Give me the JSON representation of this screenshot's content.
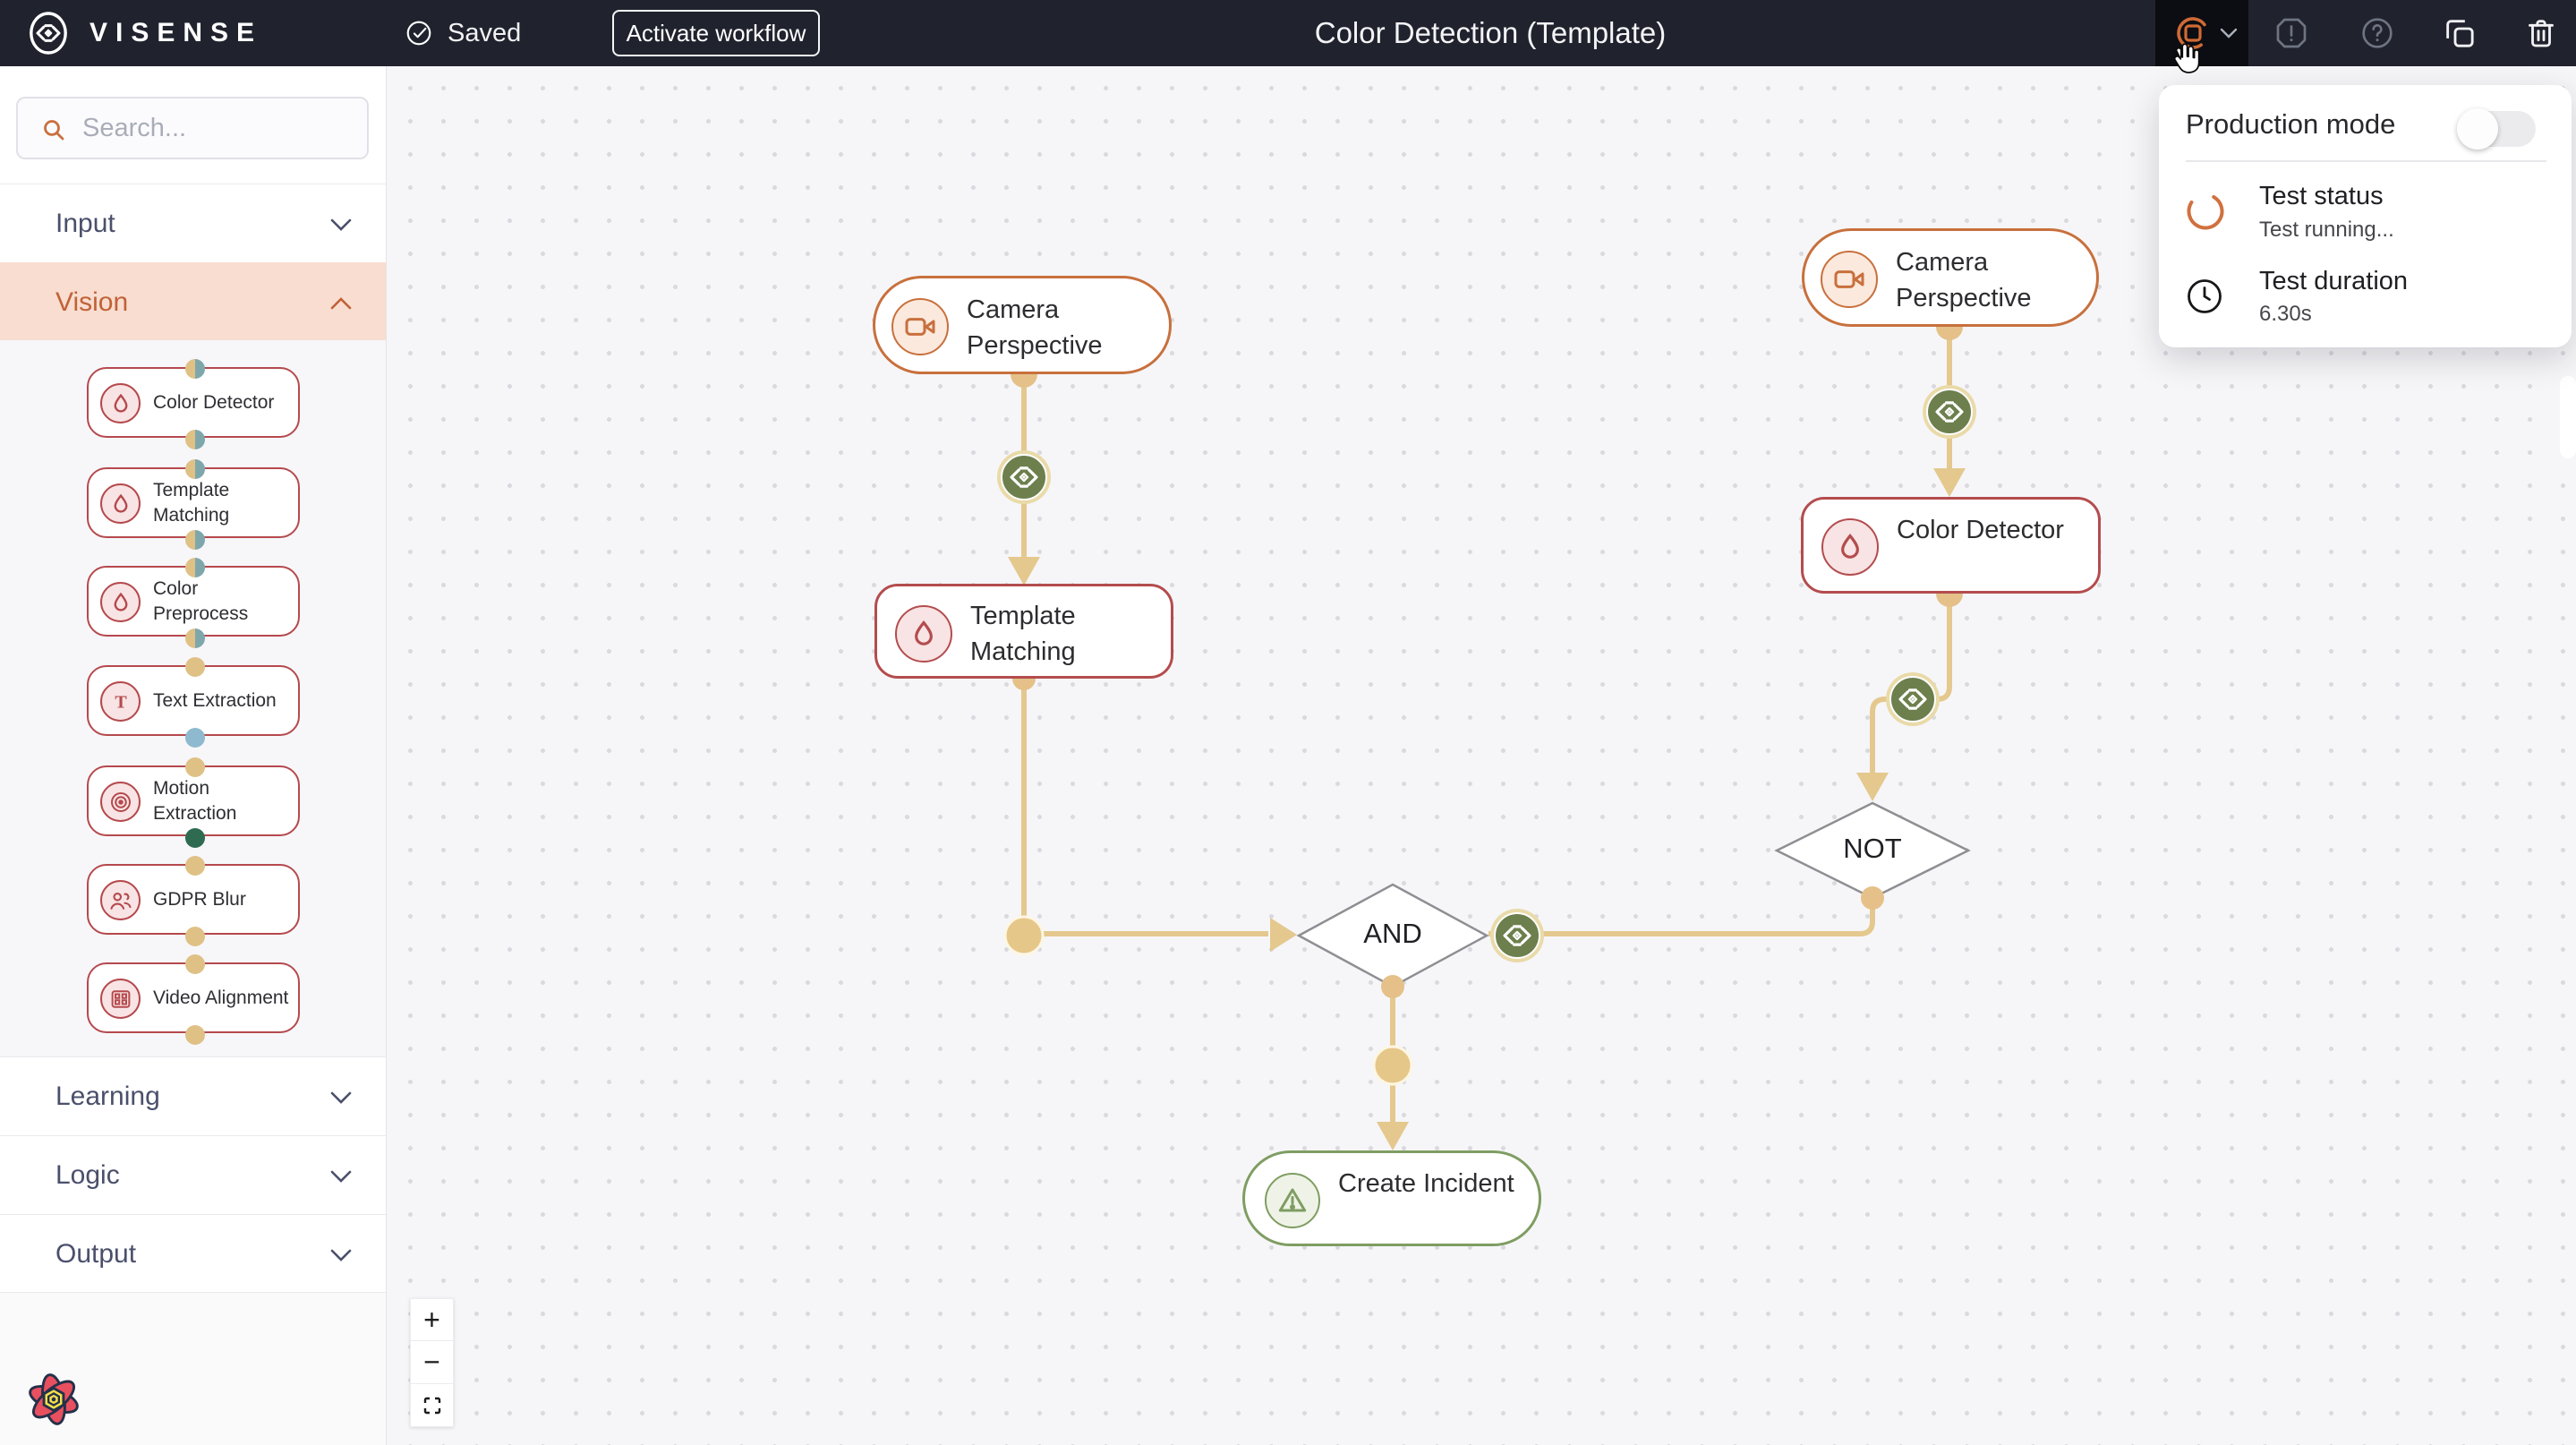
{
  "topbar": {
    "brand": "VISENSE",
    "save_status": "Saved",
    "activate_button": "Activate workflow",
    "title": "Color Detection (Template)"
  },
  "test_panel": {
    "production_mode_label": "Production mode",
    "production_mode_enabled": false,
    "test_status_label": "Test status",
    "test_status_value": "Test running...",
    "test_duration_label": "Test duration",
    "test_duration_value": "6.30s"
  },
  "sidebar": {
    "search_placeholder": "Search...",
    "sections": [
      {
        "label": "Input",
        "state": "collapsed"
      },
      {
        "label": "Vision",
        "state": "expanded"
      },
      {
        "label": "Learning",
        "state": "collapsed"
      },
      {
        "label": "Logic",
        "state": "collapsed"
      },
      {
        "label": "Output",
        "state": "collapsed"
      }
    ],
    "vision_items": [
      {
        "label": "Color Detector",
        "icon": "droplet"
      },
      {
        "label": "Template Matching",
        "icon": "droplet"
      },
      {
        "label": "Color Preprocess",
        "icon": "droplet"
      },
      {
        "label": "Text Extraction",
        "icon": "text"
      },
      {
        "label": "Motion Extraction",
        "icon": "motion"
      },
      {
        "label": "GDPR Blur",
        "icon": "people"
      },
      {
        "label": "Video Alignment",
        "icon": "film"
      }
    ]
  },
  "canvas": {
    "nodes": [
      {
        "label": "Camera Perspective",
        "type": "camera"
      },
      {
        "label": "Template Matching",
        "type": "vision"
      },
      {
        "label": "Camera Perspective",
        "type": "camera"
      },
      {
        "label": "Color Detector",
        "type": "vision"
      },
      {
        "label": "NOT",
        "type": "logic"
      },
      {
        "label": "AND",
        "type": "logic"
      },
      {
        "label": "Create Incident",
        "type": "output"
      }
    ],
    "zoom_in": "+",
    "zoom_out": "−"
  },
  "colors": {
    "topbar_bg": "#20232e",
    "accent_orange": "#c8703d",
    "node_red": "#b44c4e",
    "node_green": "#7f9d62",
    "edge_tan": "#e4c88e",
    "badge_green": "#6d7f4d",
    "vision_section_bg": "#f8ddd0",
    "port_yellow": "#dfc186",
    "port_teal": "#7ea7ac",
    "port_blue": "#8fb9cf",
    "port_green": "#2e6b51"
  }
}
